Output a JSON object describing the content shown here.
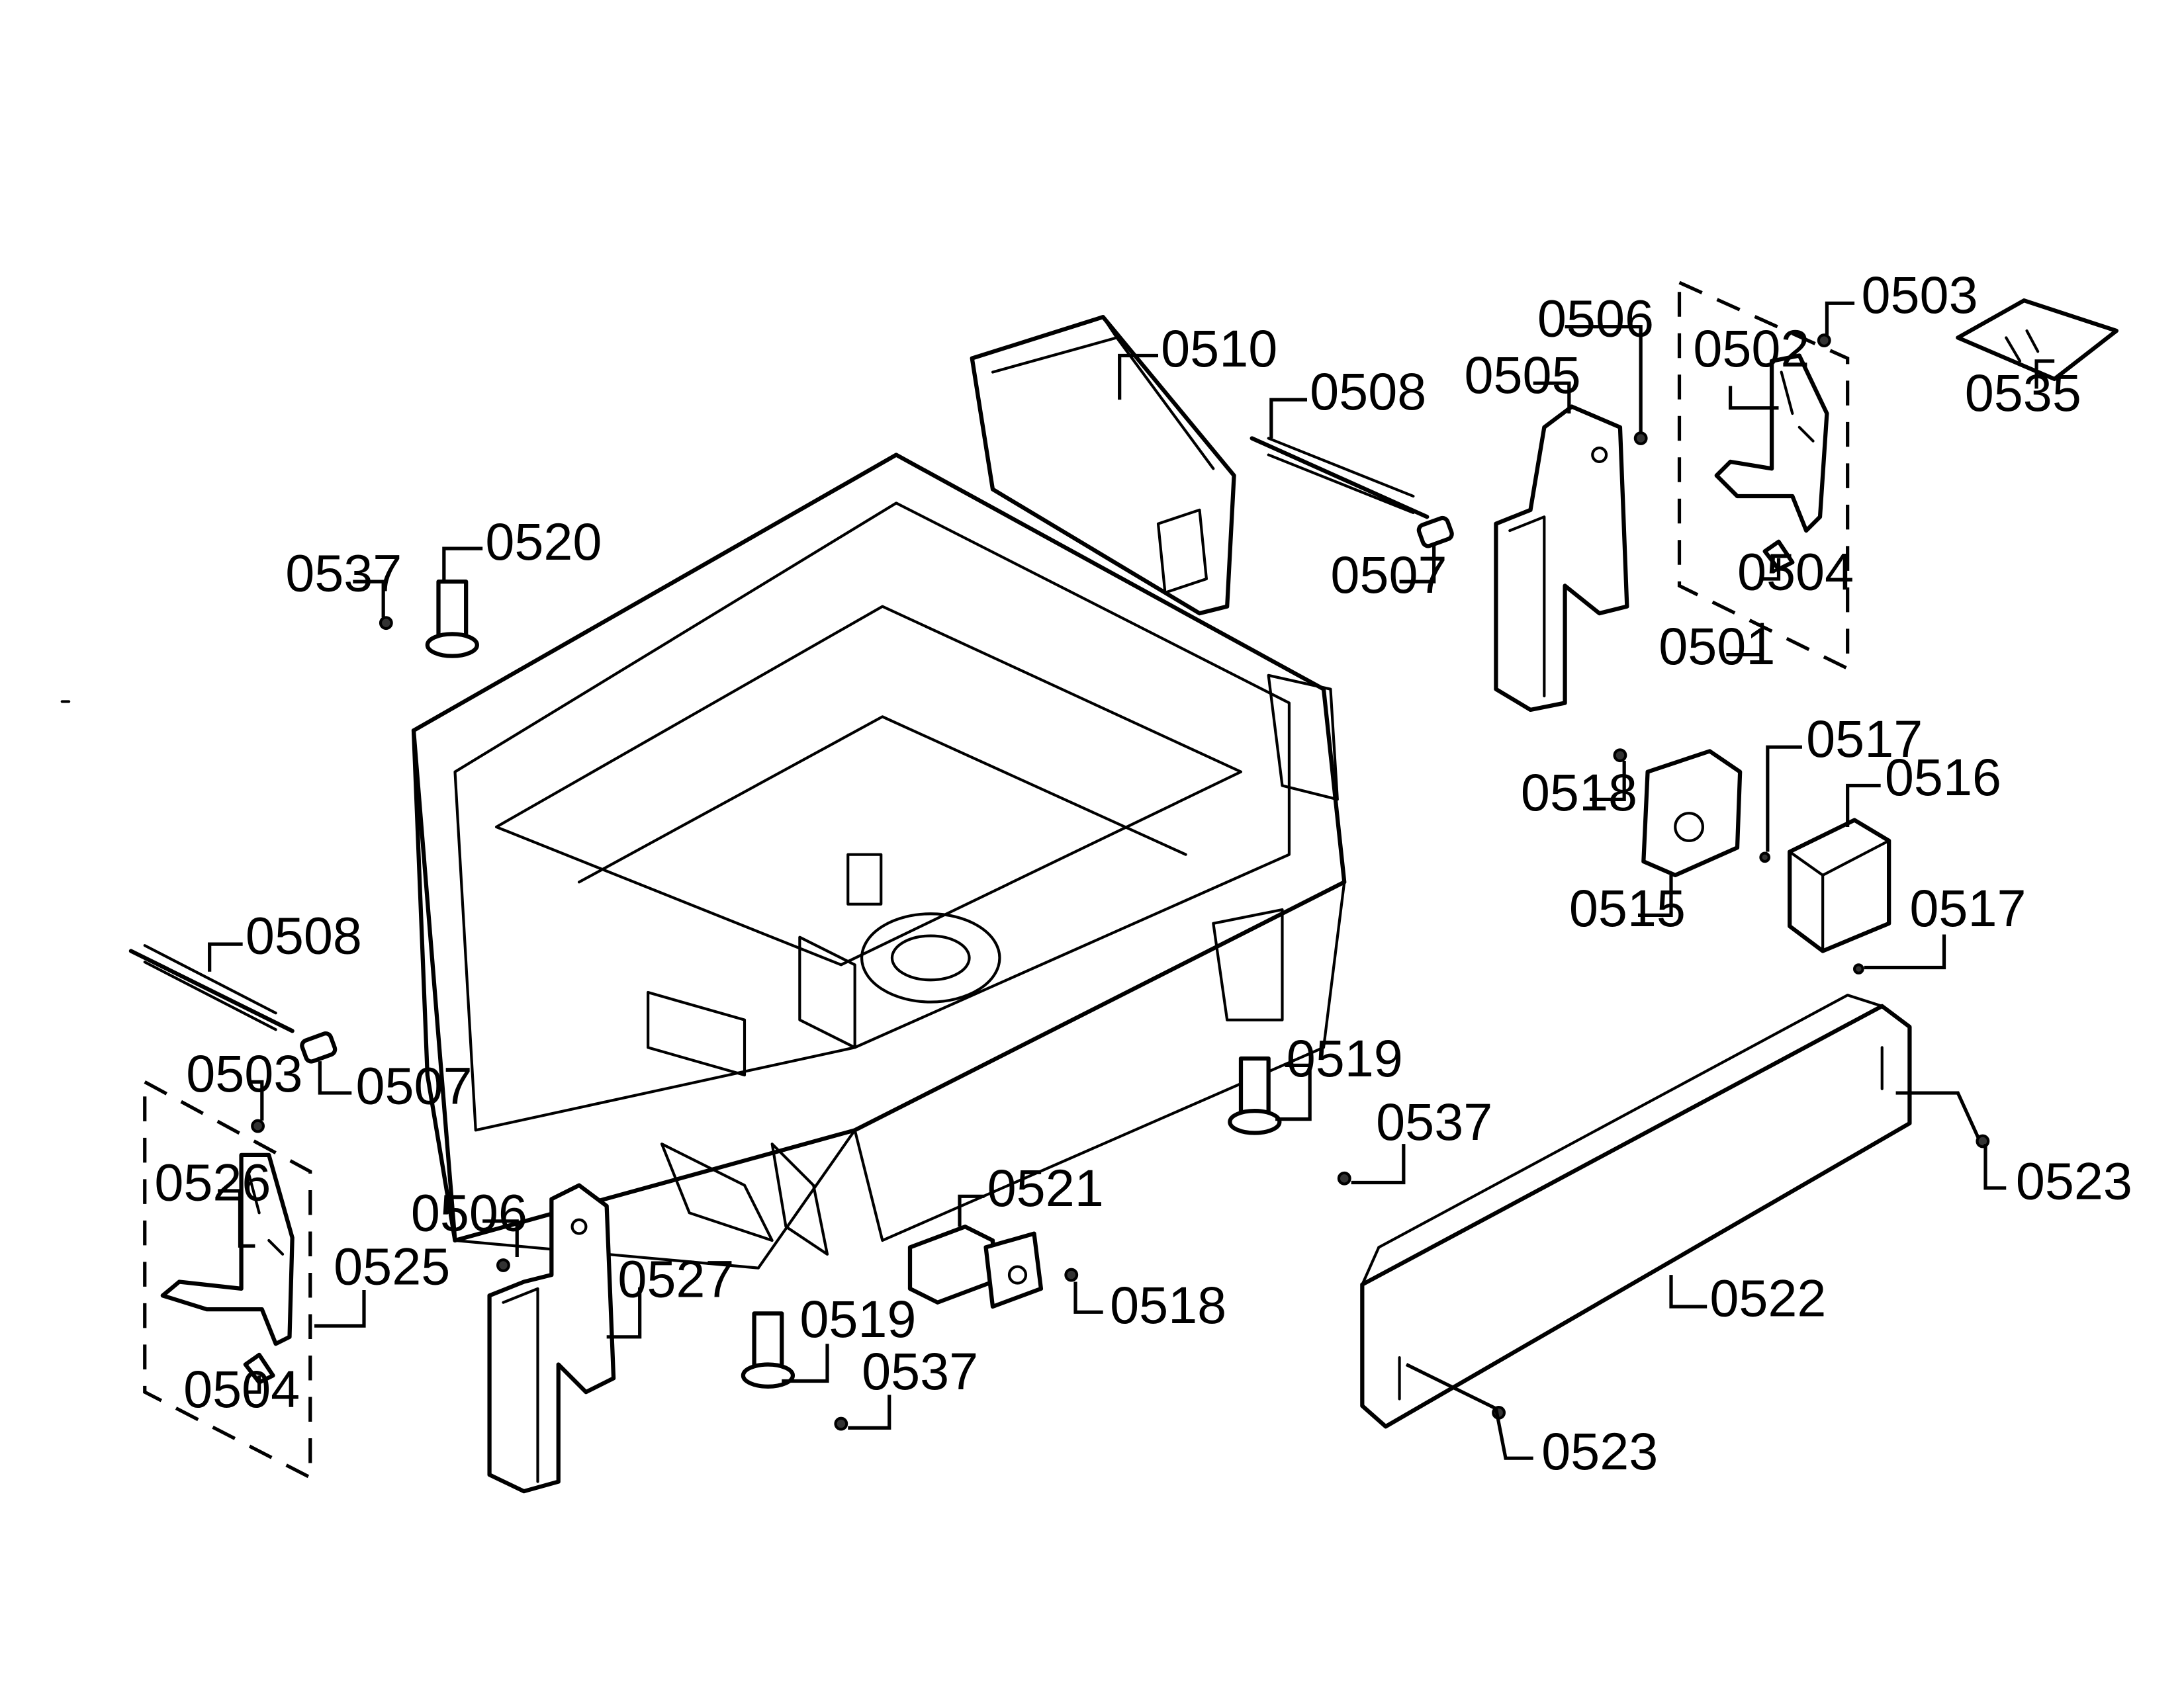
{
  "labels": {
    "p0501": "0501",
    "p0502": "0502",
    "p0503_a": "0503",
    "p0503_b": "0503",
    "p0504_a": "0504",
    "p0504_b": "0504",
    "p0505": "0505",
    "p0506_a": "0506",
    "p0506_b": "0506",
    "p0507_a": "0507",
    "p0507_b": "0507",
    "p0508_a": "0508",
    "p0508_b": "0508",
    "p0510": "0510",
    "p0515": "0515",
    "p0516": "0516",
    "p0517_a": "0517",
    "p0517_b": "0517",
    "p0518_a": "0518",
    "p0518_b": "0518",
    "p0519_a": "0519",
    "p0519_b": "0519",
    "p0520": "0520",
    "p0521": "0521",
    "p0522": "0522",
    "p0523_a": "0523",
    "p0523_b": "0523",
    "p0525": "0525",
    "p0526": "0526",
    "p0527": "0527",
    "p0535": "0535",
    "p0537_a": "0537",
    "p0537_b": "0537",
    "p0537_c": "0537"
  }
}
